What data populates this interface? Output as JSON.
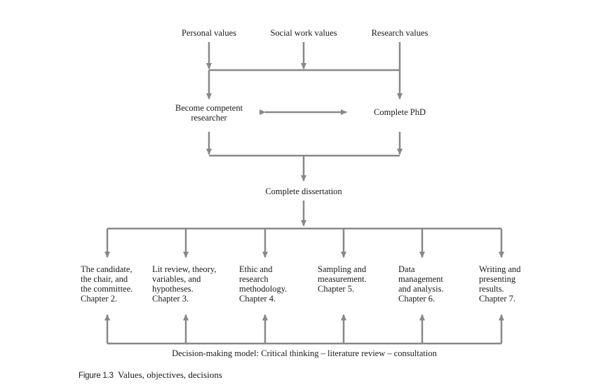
{
  "values": {
    "personal": "Personal values",
    "social_work": "Social work values",
    "research": "Research values"
  },
  "objectives": {
    "competent_researcher": "Become competent\nresearcher",
    "complete_phd": "Complete PhD"
  },
  "dissertation": "Complete dissertation",
  "chapters": [
    {
      "text": "The candidate,\nthe chair, and\nthe committee.\nChapter 2."
    },
    {
      "text": "Lit review, theory,\nvariables, and\nhypotheses.\nChapter 3."
    },
    {
      "text": "Ethic and\nresearch\nmethodology.\nChapter 4."
    },
    {
      "text": "Sampling and\nmeasurement.\nChapter 5."
    },
    {
      "text": "Data\nmanagement\nand analysis.\nChapter 6."
    },
    {
      "text": "Writing and\npresenting\nresults.\nChapter 7."
    }
  ],
  "decision_model": "Decision-making model: Critical thinking – literature review – consultation",
  "caption": {
    "figure_label": "Figure 1.3",
    "title": "Values, objectives, decisions"
  },
  "colors": {
    "line": "#888888",
    "text": "#1a1a1a",
    "background": "#ffffff"
  }
}
